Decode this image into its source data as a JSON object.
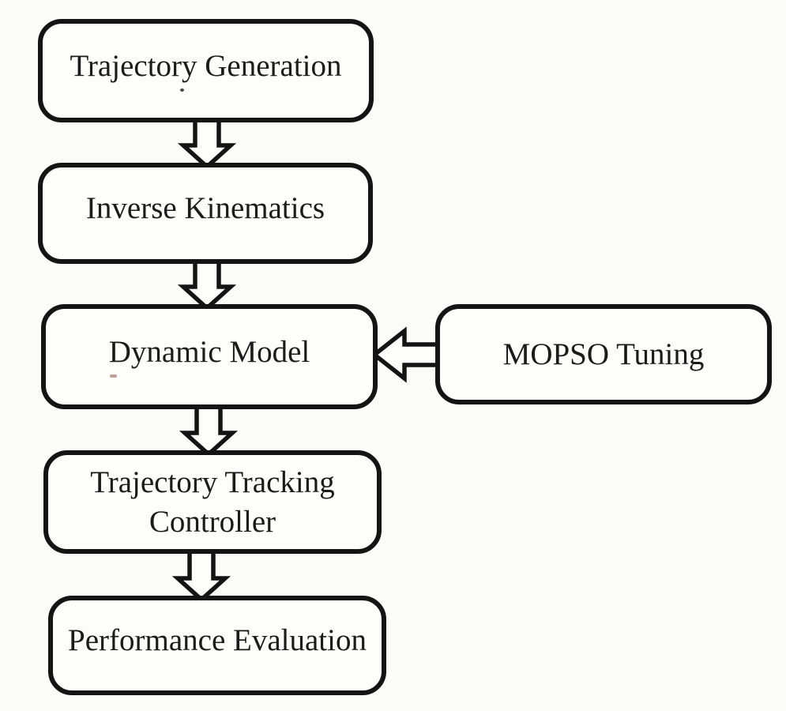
{
  "colors": {
    "background": "#fbfbf9",
    "node_fill": "#fdfdfc",
    "stroke": "#141414",
    "text": "#1b1b1b"
  },
  "diagram": {
    "type": "flowchart",
    "nodes": [
      {
        "id": "trajectory-generation",
        "label": "Trajectory Generation"
      },
      {
        "id": "inverse-kinematics",
        "label": "Inverse Kinematics"
      },
      {
        "id": "dynamic-model",
        "label": "Dynamic Model"
      },
      {
        "id": "trajectory-tracking-controller",
        "label": "Trajectory Tracking Controller"
      },
      {
        "id": "performance-evaluation",
        "label": "Performance Evaluation"
      },
      {
        "id": "mopso-tuning",
        "label": "MOPSO Tuning"
      }
    ],
    "edges": [
      {
        "from": "trajectory-generation",
        "to": "inverse-kinematics",
        "direction": "down",
        "style": "hollow-block-arrow"
      },
      {
        "from": "inverse-kinematics",
        "to": "dynamic-model",
        "direction": "down",
        "style": "hollow-block-arrow"
      },
      {
        "from": "dynamic-model",
        "to": "trajectory-tracking-controller",
        "direction": "down",
        "style": "hollow-block-arrow"
      },
      {
        "from": "trajectory-tracking-controller",
        "to": "performance-evaluation",
        "direction": "down",
        "style": "hollow-block-arrow"
      },
      {
        "from": "mopso-tuning",
        "to": "dynamic-model",
        "direction": "left",
        "style": "hollow-block-arrow"
      }
    ]
  }
}
